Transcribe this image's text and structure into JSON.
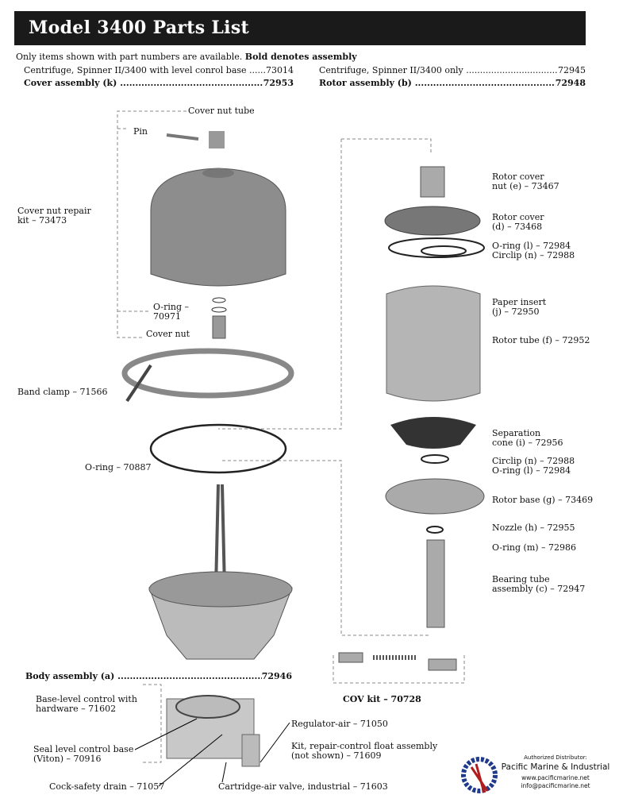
{
  "title": "Model 3400 Parts List",
  "note": {
    "plain": "Only items shown with part numbers are available. ",
    "bold": "Bold denotes assembly"
  },
  "summary": [
    {
      "label": "Centrifuge, Spinner II/3400 with level conrol base",
      "part": "73014",
      "bold": false
    },
    {
      "label": "Centrifuge, Spinner II/3400 only",
      "part": "72945",
      "bold": false
    },
    {
      "label": "Cover assembly (k)",
      "part": "72953",
      "bold": true
    },
    {
      "label": "Rotor assembly (b)",
      "part": "72948",
      "bold": true
    }
  ],
  "left_labels": {
    "cover_nut_tube": "Cover nut tube",
    "pin": "Pin",
    "cover_nut_repair_kit": [
      "Cover nut repair",
      "kit – 73473"
    ],
    "o_ring_70971": [
      "O-ring –",
      "70971"
    ],
    "cover_nut": "Cover nut",
    "band_clamp": "Band clamp – 71566",
    "o_ring_70887": "O-ring – 70887",
    "body_assembly": {
      "label": "Body assembly (a)",
      "part": "72946"
    }
  },
  "right_labels": {
    "rotor_cover_nut": [
      "Rotor cover",
      "nut (e) – 73467"
    ],
    "rotor_cover": [
      "Rotor cover",
      "(d) – 73468"
    ],
    "o_ring_circlip_top": [
      "O-ring (l) – 72984",
      "Circlip (n) – 72988"
    ],
    "paper_insert": [
      "Paper insert",
      "(j) – 72950"
    ],
    "rotor_tube": "Rotor tube (f) – 72952",
    "separation_cone": [
      "Separation",
      "cone (i) – 72956"
    ],
    "circlip_o_ring_bottom": [
      "Circlip (n) – 72988",
      "O-ring (l) – 72984"
    ],
    "rotor_base": "Rotor base (g) – 73469",
    "nozzle": "Nozzle (h) – 72955",
    "o_ring_m": "O-ring (m) – 72986",
    "bearing_tube": [
      "Bearing tube",
      "assembly (c) – 72947"
    ],
    "cov_kit": "COV kit – 70728"
  },
  "base_labels": {
    "base_level_control": [
      "Base-level control with",
      "hardware – 71602"
    ],
    "seal_level_control": [
      "Seal level control base",
      "(Viton) – 70916"
    ],
    "cock_safety_drain": "Cock-safety drain – 71057",
    "cartridge_air_valve": "Cartridge-air valve, industrial – 71603",
    "regulator_air": "Regulator-air – 71050",
    "float_kit": [
      "Kit, repair-control float assembly",
      "(not shown) – 71609"
    ]
  },
  "distributor": {
    "caption": "Authorized Distributor:",
    "name": "Pacific Marine & Industrial",
    "web": "www.pacificmarine.net",
    "email": "info@pacificmarine.net"
  },
  "colors": {
    "header": "#1a1a1a",
    "logo_blue": "#1f3a8a",
    "logo_red": "#b01c1c"
  }
}
